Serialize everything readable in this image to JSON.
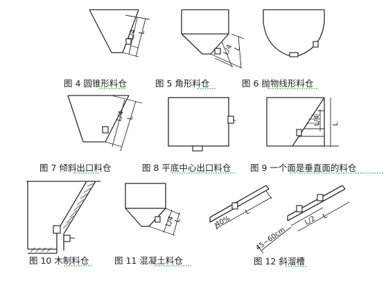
{
  "captions": {
    "fig4": "图 4  圆锥形料仓",
    "fig5": "图 5  角形料仓",
    "fig6": "图 6  抛物线形料仓",
    "fig7": "图 7  倾斜出口料仓",
    "fig8": "图 8  平底中心出口料仓",
    "fig9": "图 9  一个面是垂直面的料仓",
    "fig10": "图 10  木制料仓",
    "fig11": "图 11  混凝土料仓",
    "fig12": "图 12  斜溜槽"
  },
  "dim_labels": {
    "l4": "L/4",
    "l": "L",
    "l2": "L/2",
    "pct": "40%",
    "range": "45~60cm"
  }
}
